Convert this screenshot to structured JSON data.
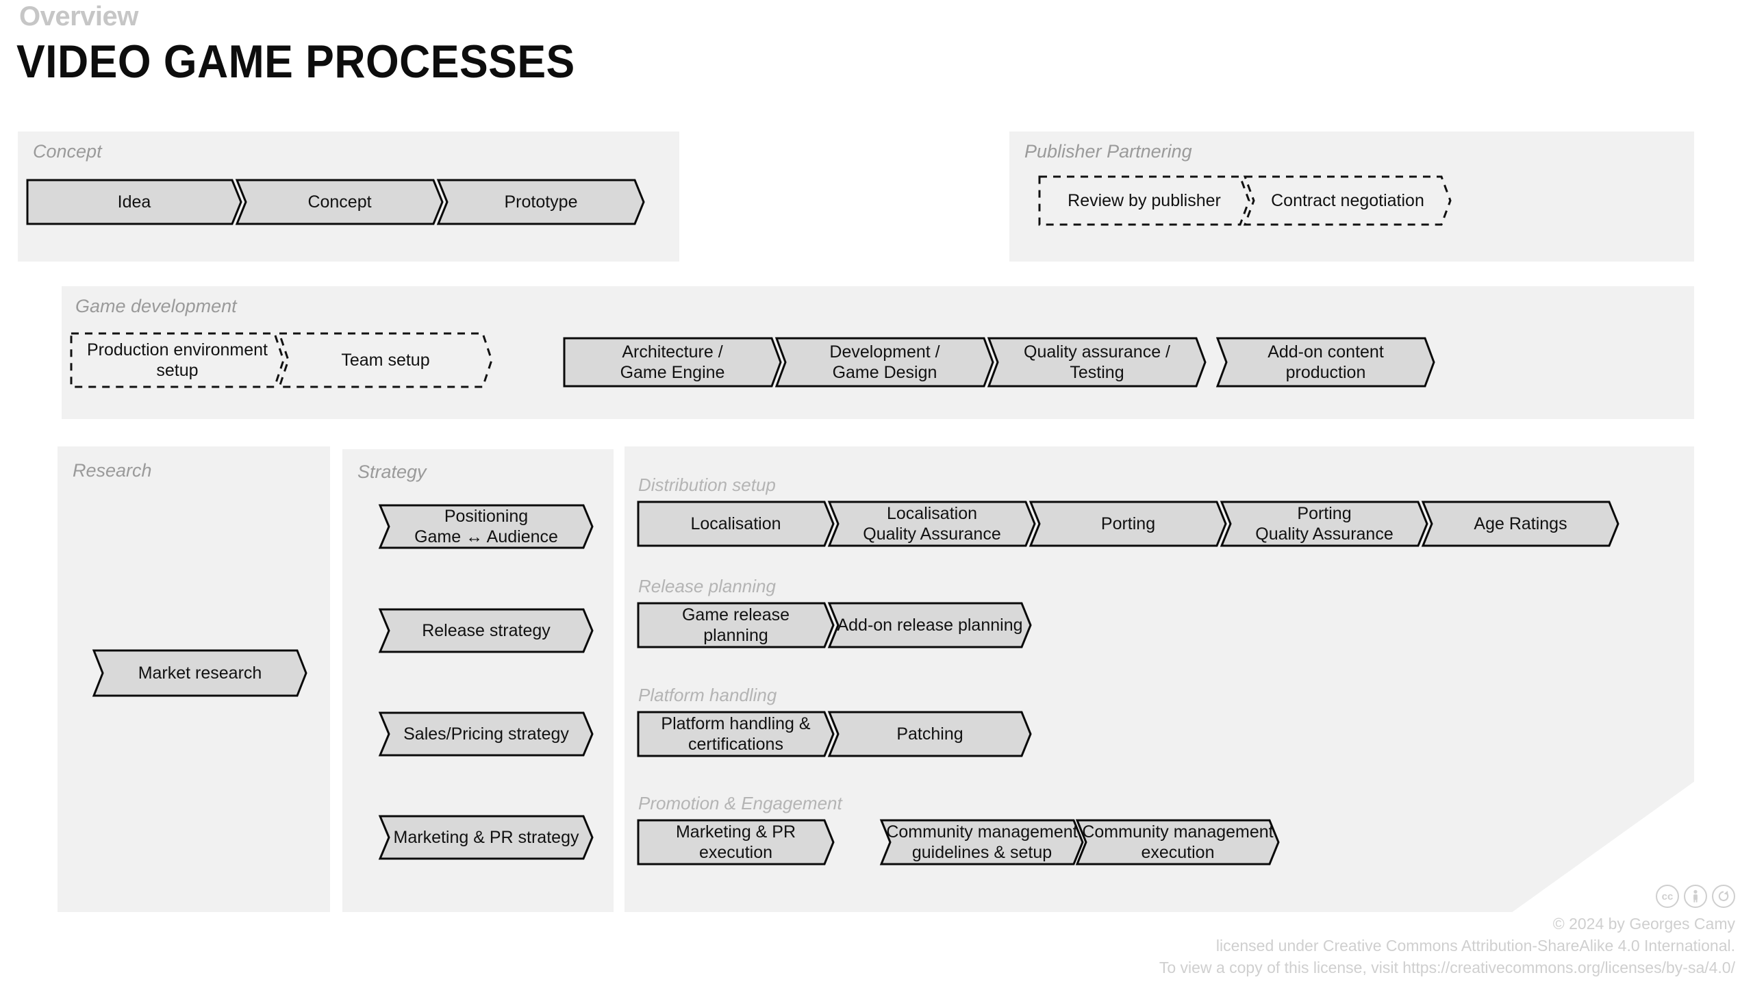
{
  "header": {
    "kicker": "Overview",
    "title": "VIDEO GAME PROCESSES"
  },
  "panels": {
    "concept": {
      "title": "Concept",
      "steps": [
        {
          "label": "Idea",
          "style": "solid"
        },
        {
          "label": "Concept",
          "style": "solid"
        },
        {
          "label": "Prototype",
          "style": "solid"
        }
      ]
    },
    "publisher_partnering": {
      "title": "Publisher Partnering",
      "steps": [
        {
          "label": "Review by publisher",
          "style": "dashed"
        },
        {
          "label": "Contract negotiation",
          "style": "dashed"
        }
      ]
    },
    "game_development": {
      "title": "Game development",
      "setup_steps": [
        {
          "label": "Production environment\nsetup",
          "style": "dashed"
        },
        {
          "label": "Team setup",
          "style": "dashed"
        }
      ],
      "build_steps": [
        {
          "label": "Architecture /\nGame Engine",
          "style": "solid"
        },
        {
          "label": "Development /\nGame Design",
          "style": "solid"
        },
        {
          "label": "Quality assurance /\nTesting",
          "style": "solid"
        },
        {
          "label": "Add-on content\nproduction",
          "style": "solid"
        }
      ]
    },
    "research": {
      "title": "Research",
      "steps": [
        {
          "label": "Market research",
          "style": "solid"
        }
      ]
    },
    "strategy": {
      "title": "Strategy",
      "steps": [
        {
          "label": "Positioning\nGame ↔ Audience",
          "style": "solid"
        },
        {
          "label": "Release strategy",
          "style": "solid"
        },
        {
          "label": "Sales/Pricing strategy",
          "style": "solid"
        },
        {
          "label": "Marketing & PR strategy",
          "style": "solid"
        }
      ]
    },
    "distribution": {
      "groups": [
        {
          "title": "Distribution setup",
          "steps": [
            {
              "label": "Localisation",
              "style": "solid"
            },
            {
              "label": "Localisation\nQuality Assurance",
              "style": "solid"
            },
            {
              "label": "Porting",
              "style": "solid"
            },
            {
              "label": "Porting\nQuality Assurance",
              "style": "solid"
            },
            {
              "label": "Age Ratings",
              "style": "solid"
            }
          ]
        },
        {
          "title": "Release planning",
          "steps": [
            {
              "label": "Game release\nplanning",
              "style": "solid"
            },
            {
              "label": "Add-on release planning",
              "style": "solid"
            }
          ]
        },
        {
          "title": "Platform handling",
          "steps": [
            {
              "label": "Platform handling &\ncertifications",
              "style": "solid"
            },
            {
              "label": "Patching",
              "style": "solid"
            }
          ]
        },
        {
          "title": "Promotion & Engagement",
          "steps": [
            {
              "label": "Marketing & PR\nexecution",
              "style": "solid"
            },
            {
              "label": "Community management\nguidelines & setup",
              "style": "solid"
            },
            {
              "label": "Community management\nexecution",
              "style": "solid"
            }
          ]
        }
      ]
    }
  },
  "footer": {
    "copyright": "© 2024 by Georges Camy",
    "license_line_1": "licensed under Creative Commons Attribution-ShareAlike 4.0 International.",
    "license_line_2": "To view a copy of this license, visit https://creativecommons.org/licenses/by-sa/4.0/",
    "cc_icons": [
      "cc-icon",
      "by-person-icon",
      "sa-share-alike-icon"
    ]
  },
  "colors": {
    "panel_bg": "#f1f1f1",
    "chevron_fill": "#d9d9d9",
    "chevron_stroke": "#0a0a0a",
    "title_gray": "#9a9a9a",
    "kicker_gray": "#c6c6c6",
    "footer_gray": "#cfcfcf"
  }
}
